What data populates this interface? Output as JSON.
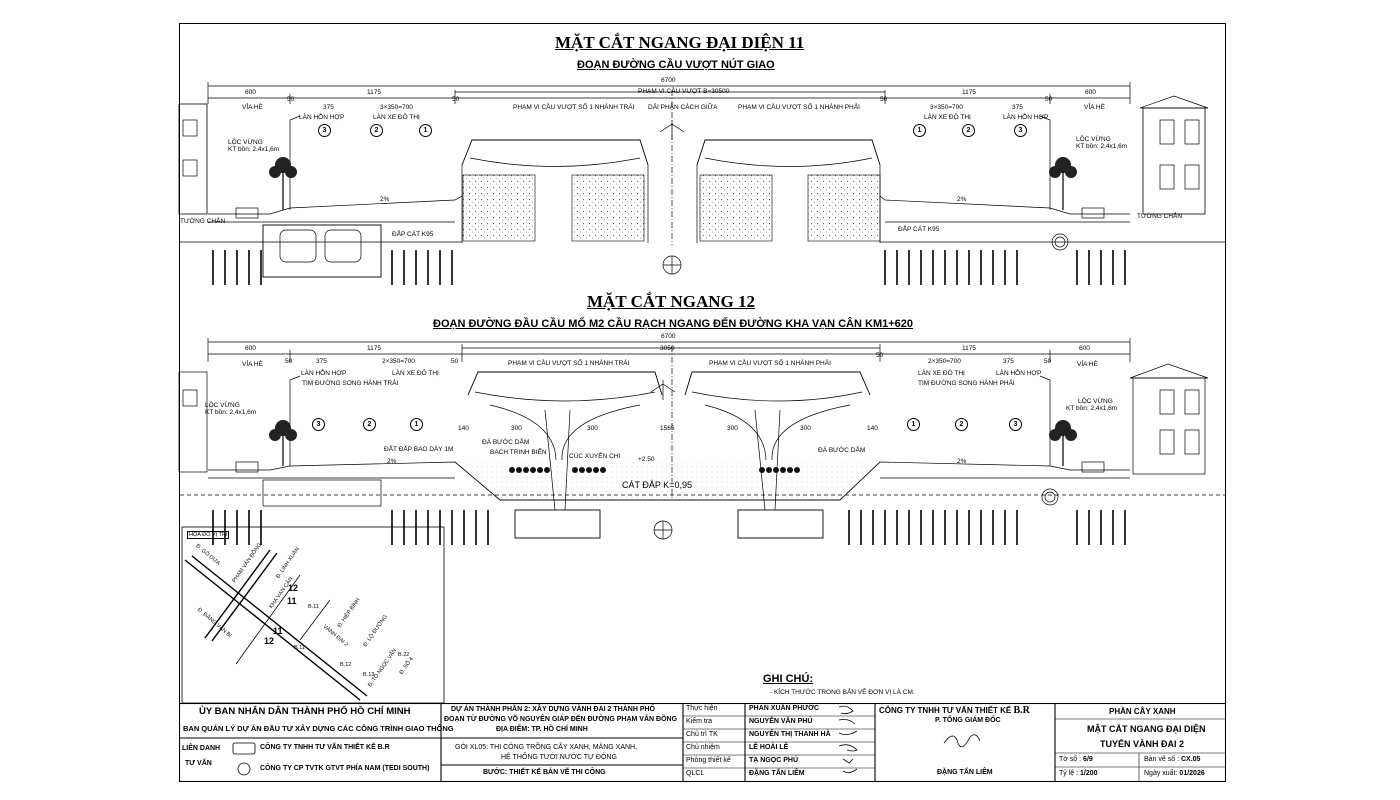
{
  "section11": {
    "title": "MẶT CẮT NGANG ĐẠI DIỆN 11",
    "subtitle": "ĐOẠN ĐƯỜNG CẦU VƯỢT NÚT GIAO",
    "total_width": "6700",
    "bridge_width": "PHẠM VI CẦU VƯỢT B=30500",
    "dims": [
      "600",
      "1175",
      "1175",
      "600",
      "50",
      "50",
      "375",
      "3×350=700",
      "3×350=700",
      "375",
      "50",
      "50"
    ],
    "labels": {
      "via_he_left": "VỈA HÈ",
      "via_he_right": "VỈA HÈ",
      "lan_hon_hop_left": "LÀN HỖN HỢP",
      "lan_xe_do_thi_left": "LÀN XE ĐÔ THỊ",
      "lan_xe_do_thi_right": "LÀN XE ĐÔ THỊ",
      "lan_hon_hop_right": "LÀN HỖN HỢP",
      "bridge_left": "PHẠM VI CẦU VƯỢT SỐ 1 NHÁNH TRÁI",
      "median": "DẢI PHÂN CÁCH GIỮA",
      "bridge_right": "PHẠM VI CẦU VƯỢT SỐ 1 NHÁNH PHẢI",
      "loc_vung_left": "LỘC VỪNG",
      "kt_bon_left": "KT bồn: 2,4x1,6m",
      "loc_vung_right": "LỘC VỪNG",
      "kt_bon_right": "KT bồn: 2,4x1,6m",
      "tuong_chan_left": "TƯỜNG CHẮN",
      "tuong_chan_right": "TƯỜNG CHẮN",
      "dap_cat_left": "ĐẮP CÁT K95",
      "dap_cat_right": "ĐẮP CÁT K95",
      "slope": "2%"
    },
    "lanes_left": [
      "3",
      "2",
      "1"
    ],
    "lanes_right": [
      "1",
      "2",
      "3"
    ]
  },
  "section12": {
    "title": "MẶT CẮT NGANG 12",
    "subtitle": "ĐOẠN ĐƯỜNG ĐẦU CẦU MỐ M2 CẦU RẠCH NGANG ĐẾN ĐƯỜNG KHA VẠN CÂN KM1+620",
    "total_width": "6700",
    "center_dim": "3050",
    "dims": [
      "600",
      "1175",
      "1175",
      "600",
      "50",
      "375",
      "2×350=700",
      "50",
      "50",
      "2×350=700",
      "375",
      "50",
      "140",
      "300",
      "300",
      "300",
      "300",
      "140",
      "1565"
    ],
    "labels": {
      "via_he_left": "VỈA HÈ",
      "via_he_right": "VỈA HÈ",
      "lan_hon_hop_left": "LÀN HỖN HỢP",
      "lan_xe_do_thi_left": "LÀN XE ĐÔ THỊ",
      "tim_duong_trai": "TIM ĐƯỜNG SONG HÀNH TRÁI",
      "lan_xe_do_thi_right": "LÀN XE ĐÔ THỊ",
      "lan_hon_hop_right": "LÀN HỖN HỢP",
      "tim_duong_phai": "TIM ĐƯỜNG SONG HÀNH PHẢI",
      "bridge_left": "PHẠM VI CẦU VƯỢT SỐ 1 NHÁNH TRÁI",
      "bridge_right": "PHẠM VI CẦU VƯỢT SỐ 1 NHÁNH PHẢI",
      "loc_vung_left": "LỘC VỪNG",
      "kt_bon_left": "KT bồn: 2,4x1,6m",
      "loc_vung_right": "LỘC VỪNG",
      "kt_bon_right": "KT bồn: 2,4x1,6m",
      "dat_dap": "ĐẤT ĐẮP BAO DÀY 1M",
      "da_buoc_dam_left": "ĐÁ BƯỚC DẪM",
      "bach_trinh_bien": "BẠCH TRINH BIỂN",
      "cuc_xuyen_chi": "CÚC XUYẾN CHI",
      "da_buoc_dam_right": "ĐÁ BƯỚC DẪM",
      "level": "+2.50",
      "cat_dap": "CÁT ĐẮP K=0,95",
      "slope": "2%"
    },
    "lanes_left": [
      "3",
      "2",
      "1"
    ],
    "lanes_right": [
      "1",
      "2",
      "3"
    ]
  },
  "map": {
    "legend": "HỌA ĐỒ VỊ TRÍ",
    "roads": [
      "Đ. GÒ DƯA",
      "PHẠM VĂN ĐỒNG",
      "Đ. LINH XUÂN",
      "KHA VẠN CÂN",
      "Đ. ĐẶNG VĂN BI",
      "VÀNH ĐAI 2",
      "Đ. HIỆP BÌNH",
      "Đ. LỘ ĐƯỜNG",
      "Đ. TÔ NGỌC VÂN",
      "Đ. SỐ 4"
    ],
    "markers": [
      "12",
      "11",
      "11",
      "12"
    ],
    "stations": [
      "B.11",
      "B.11",
      "B.12",
      "B.13",
      "B.22"
    ]
  },
  "notes": {
    "title": "GHI CHÚ:",
    "text": "- KÍCH THƯỚC TRONG BẢN VẼ ĐƠN VỊ LÀ CM."
  },
  "title_block": {
    "ubnd": "ỦY BAN NHÂN DÂN THÀNH PHỐ HỒ CHÍ MINH",
    "ban_ql": "BAN QUẢN LÝ DỰ ÁN ĐẦU TƯ XÂY DỰNG CÁC CÔNG TRÌNH GIAO THÔNG",
    "lien_danh": "LIÊN DANH",
    "tu_van": "TƯ VẤN",
    "cong_ty_br": "CÔNG TY TNHH TƯ VẤN THIẾT KẾ B.R",
    "cong_ty_tedi": "CÔNG TY CP TVTK GTVT PHÍA NAM (TEDI SOUTH)",
    "du_an_1": "DỰ ÁN THÀNH PHẦN 2: XÂY DỰNG VÀNH ĐAI 2 THÀNH PHỐ",
    "du_an_2": "ĐOẠN TỪ ĐƯỜNG VÕ NGUYÊN GIÁP ĐẾN ĐƯỜNG PHẠM VĂN ĐỒNG",
    "dia_diem": "ĐỊA ĐIỂM: TP. HỒ CHÍ MINH",
    "goi_1": "GÓI XL05: THI CÔNG TRỒNG CÂY XANH, MẢNG XANH,",
    "goi_2": "HỆ THỐNG TƯỚI NƯỚC TỰ ĐỘNG",
    "buoc": "BƯỚC: THIẾT KẾ BẢN VẼ THI CÔNG",
    "roles": [
      "Thực hiện",
      "Kiểm tra",
      "Chủ trì TK",
      "Chủ nhiệm",
      "Phòng thiết kế",
      "QLCL"
    ],
    "names": [
      "PHAN XUÂN PHƯỚC",
      "NGUYỄN VĂN PHÚ",
      "NGUYỄN THỊ THANH HÀ",
      "LÊ HOÀI LÊ",
      "TẠ NGỌC PHÚ",
      "ĐẶNG TẤN LIÊM"
    ],
    "company": "CÔNG TY TNHH TƯ VẤN THIẾT KẾ",
    "company_brand": "B.R",
    "p_tong_gd": "P. TỔNG GIÁM ĐỐC",
    "director": "ĐẶNG TẤN LIÊM",
    "phan": "PHẦN CÂY XANH",
    "drawing_title": "MẶT CẮT NGANG ĐẠI DIỆN",
    "drawing_sub": "TUYẾN VÀNH ĐAI 2",
    "to_so_label": "Tờ số :",
    "to_so": "6/9",
    "ban_ve_label": "Bản vẽ số :",
    "ban_ve": "CX.05",
    "ty_le_label": "Tỷ lệ :",
    "ty_le": "1/200",
    "ngay_label": "Ngày xuất:",
    "ngay": "01/2026"
  }
}
